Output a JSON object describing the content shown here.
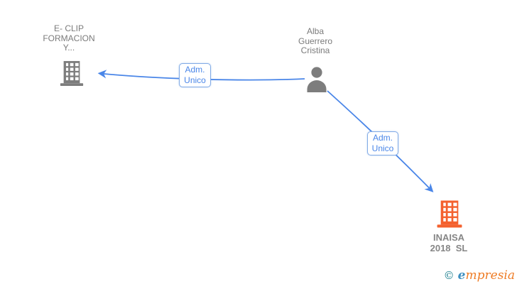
{
  "diagram": {
    "nodes": {
      "eclip": {
        "type": "company",
        "lines": [
          "E- CLIP",
          "FORMACION",
          "Y..."
        ]
      },
      "person": {
        "type": "person",
        "lines": [
          "Alba",
          "Guerrero",
          "Cristina"
        ]
      },
      "inaisa": {
        "type": "company",
        "lines": [
          "INAISA",
          "2018  SL"
        ]
      }
    },
    "edges": [
      {
        "from": "person",
        "to": "eclip",
        "label_lines": [
          "Adm.",
          "Unico"
        ]
      },
      {
        "from": "person",
        "to": "inaisa",
        "label_lines": [
          "Adm.",
          "Unico"
        ]
      }
    ]
  },
  "watermark": {
    "copyright": "©",
    "brand_initial": "e",
    "brand_rest": "mpresia"
  },
  "colors": {
    "edge_blue": "#4a86e8",
    "edge_label_border": "#82abe6",
    "node_gray": "#7d7d7d",
    "node_text_gray": "#7b7b7b",
    "inaisa_text_gray": "#868686",
    "accent_orange": "#f4612e",
    "brand_teal": "#1d7f8f",
    "brand_blue": "#3e8fc0",
    "brand_orange": "#ee7c26"
  }
}
